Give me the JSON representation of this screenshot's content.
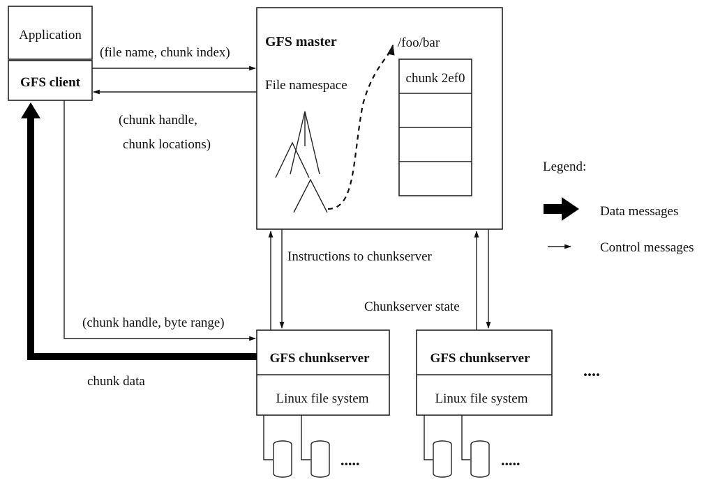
{
  "client": {
    "application": "Application",
    "gfs_client": "GFS client"
  },
  "master": {
    "title": "GFS master",
    "namespace_label": "File namespace",
    "path": "/foo/bar",
    "chunk_table_header": "chunk 2ef0"
  },
  "messages": {
    "request": "(file name, chunk index)",
    "reply_line1": "(chunk handle,",
    "reply_line2": "chunk locations)",
    "instructions": "Instructions to chunkserver",
    "chunkserver_state": "Chunkserver state",
    "data_request": "(chunk handle, byte range)",
    "chunk_data": "chunk data"
  },
  "chunkservers": [
    {
      "title": "GFS chunkserver",
      "fs": "Linux file system"
    },
    {
      "title": "GFS chunkserver",
      "fs": "Linux file system"
    }
  ],
  "ellipsis": {
    "servers": "....",
    "disks": "....."
  },
  "legend": {
    "title": "Legend:",
    "data": "Data messages",
    "control": "Control messages"
  }
}
